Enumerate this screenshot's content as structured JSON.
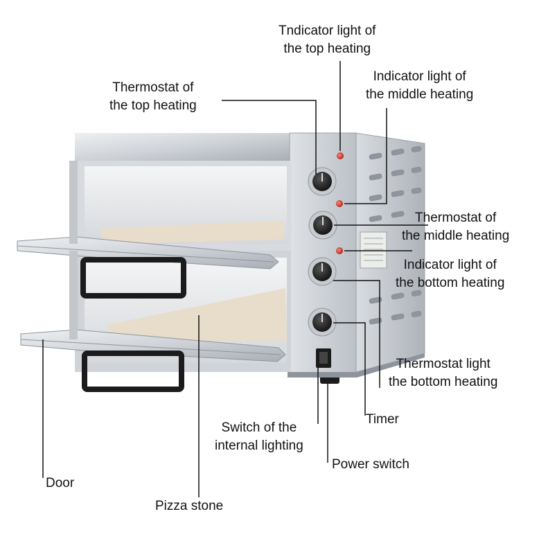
{
  "labels": {
    "top_indicator": [
      "Tndicator light of",
      "the top heating"
    ],
    "middle_indicator": [
      "Indicator light of",
      "the middle heating"
    ],
    "top_thermostat": [
      "Thermostat of",
      "the top heating"
    ],
    "middle_thermostat": [
      "Thermostat of",
      "the middle heating"
    ],
    "bottom_indicator": [
      "Indicator light of",
      "the bottom heating"
    ],
    "bottom_thermostat": [
      "Thermostat light",
      "the bottom heating"
    ],
    "timer": "Timer",
    "lighting_switch": [
      "Switch of the",
      "internal lighting"
    ],
    "power_switch": "Power switch",
    "door": "Door",
    "pizza_stone": "Pizza stone"
  },
  "colors": {
    "steel_light": "#e4e6e9",
    "steel_mid": "#c3c7cc",
    "steel_dark": "#8e949b",
    "stone": "#e8dccb",
    "indicator_red": "#d43a2f",
    "knob_black": "#1b1b1b",
    "leader_line": "#111111"
  }
}
